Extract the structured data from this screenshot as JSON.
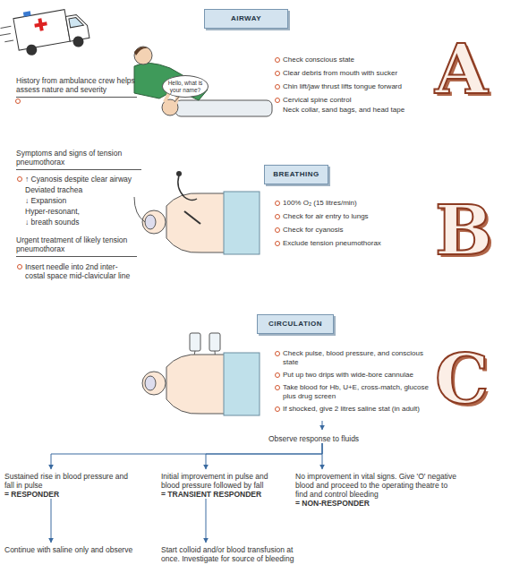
{
  "diagram": {
    "nodes": [
      {
        "text": [
          "AIRWAY"
        ]
      },
      {
        "text": [
          "Hello, what is your name?"
        ]
      },
      {
        "text": [
          "BREATHING"
        ]
      },
      {
        "text": [
          "CIRCULATION"
        ]
      },
      {
        "text": [
          "Observe response to fluids"
        ]
      },
      {
        "text": [
          "Sustained rise in blood pressure and fall in pulse",
          "= RESPONDER"
        ]
      },
      {
        "text": [
          "Initial improvement in pulse and blood pressure followed by fall",
          "= TRANSIENT RESPONDER"
        ]
      },
      {
        "text": [
          "No improvement in vital signs. Give 'O' negative blood and proceed to the operating theatre to find and control bleeding",
          "= NON-RESPONDER"
        ]
      },
      {
        "text": [
          "Continue with saline only and observe"
        ]
      },
      {
        "text": [
          "Start colloid and/or blood transfusion at once. Investigate for source of bleeding"
        ]
      }
    ],
    "edges": [
      {
        "from": 4,
        "to": 5,
        "arrow": "to"
      },
      {
        "from": 4,
        "to": 6,
        "arrow": "to"
      },
      {
        "from": 4,
        "to": 7,
        "arrow": "to"
      },
      {
        "from": 5,
        "to": 8,
        "arrow": "to"
      },
      {
        "from": 6,
        "to": 9,
        "arrow": "to"
      }
    ],
    "labels": [
      "A",
      "History from ambulance crew helps assess nature and severity",
      "Check conscious state",
      "Clear debris from mouth with sucker",
      "Chin lift/jaw thrust lifts tongue forward",
      "Cervical spine control",
      "Neck collar, sand bags, and head tape",
      "Symptoms and signs of tension pneumothorax",
      "↑ Cyanosis despite clear airway",
      "Deviated trachea",
      "↓ Expansion",
      "Hyper-resonant,",
      "↓ breath sounds",
      "Urgent treatment of likely tension pneumothorax",
      "Insert needle into 2nd inter-costal space mid-clavicular line",
      "100% O₂ (15 litres/min)",
      "Check for air entry to lungs",
      "Check for cyanosis",
      "Exclude tension pneumothorax",
      "B",
      "Check pulse, blood pressure, and conscious state",
      "Put up two drips with wide-bore cannulae",
      "Take blood for Hb, U+E, cross-match, glucose plus drug screen",
      "If shocked, give 2 litres saline stat (in adult)",
      "C"
    ]
  }
}
